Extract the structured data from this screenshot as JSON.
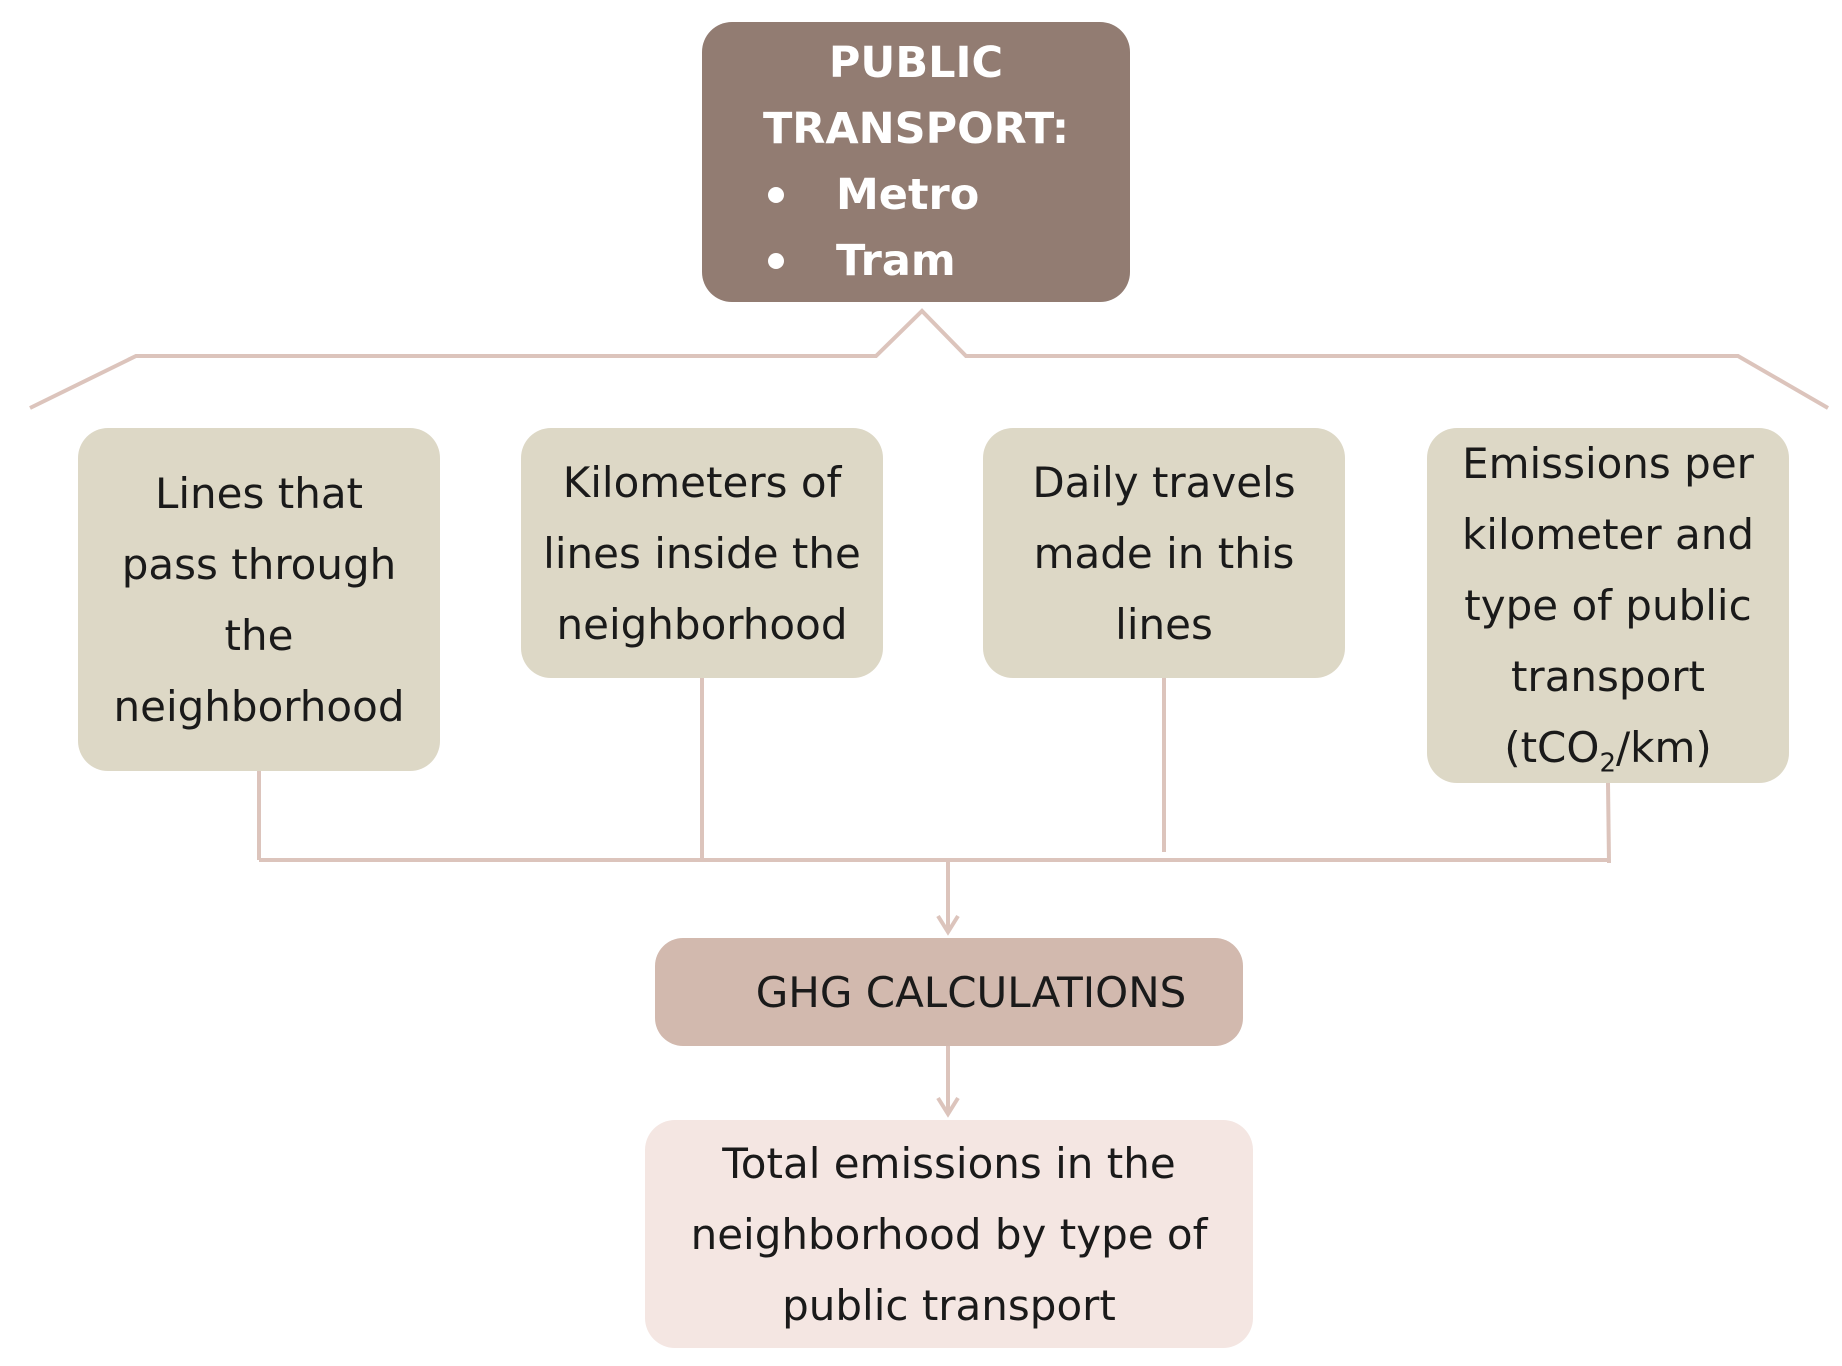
{
  "top": {
    "title_line1": "PUBLIC",
    "title_line2": "TRANSPORT:",
    "items": [
      "Metro",
      "Tram"
    ]
  },
  "inputs": {
    "lines": [
      "Lines that",
      "pass through",
      "the",
      "neighborhood"
    ],
    "km": [
      "Kilometers of",
      "lines inside the",
      "neighborhood"
    ],
    "daily": [
      "Daily travels",
      "made in this",
      "lines"
    ],
    "emissions": [
      "Emissions per",
      "kilometer and",
      "type of public",
      "transport"
    ],
    "emissions_unit_prefix": "(tCO",
    "emissions_unit_sub": "2",
    "emissions_unit_suffix": "/km)"
  },
  "calculation": {
    "label": "GHG CALCULATIONS"
  },
  "result": {
    "lines": [
      "Total emissions in the",
      "neighborhood by type of",
      "public transport"
    ]
  },
  "colors": {
    "top_box": "#927c72",
    "input_box": "#ddd8c6",
    "calc_box": "#d2b9ae",
    "result_box": "#f4e6e2",
    "connector": "#dcc4bc"
  }
}
